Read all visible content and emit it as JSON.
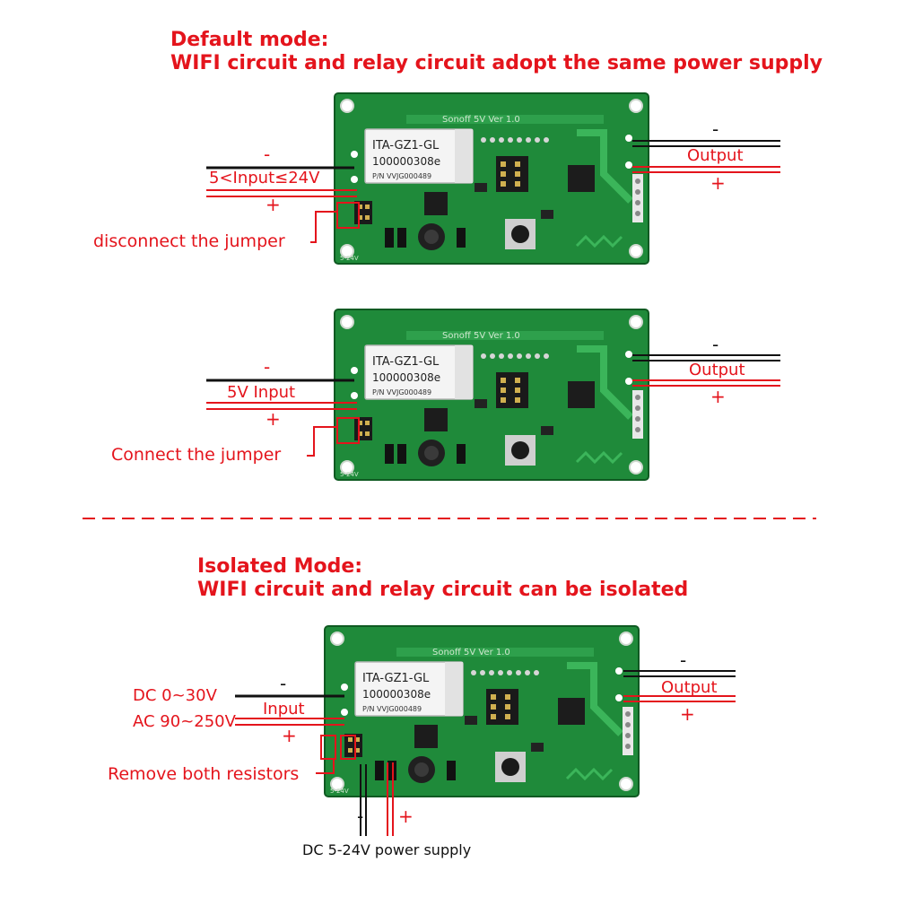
{
  "colors": {
    "accent_red": "#e4141c",
    "pcb_green": "#1f8a3a",
    "pcb_dark": "#0f5a22",
    "wire_black": "#111111"
  },
  "section_default": {
    "title_line1": "Default mode:",
    "title_line2": "WIFI circuit and relay circuit adopt the same power supply"
  },
  "section_isolated": {
    "title_line1": "Isolated Mode:",
    "title_line2": "WIFI circuit and relay circuit can be isolated"
  },
  "board": {
    "silk_title": "Sonoff 5V Ver 1.0",
    "module_line1": "ITA-GZ1-GL",
    "module_line2": "100000308e",
    "module_line3": "P/N VVJG000489",
    "silk_bottom": "5-24V"
  },
  "board1": {
    "input_label": "5<Input≤24V",
    "minus": "-",
    "plus": "+",
    "output_label": "Output",
    "output_minus": "-",
    "output_plus": "+",
    "jumper_label": "disconnect the jumper"
  },
  "board2": {
    "input_label": "5V Input",
    "minus": "-",
    "plus": "+",
    "output_label": "Output",
    "output_minus": "-",
    "output_plus": "+",
    "jumper_label": "Connect the jumper"
  },
  "board3": {
    "dc_label": "DC 0~30V",
    "ac_label": "AC 90~250V",
    "input_label": "Input",
    "minus": "-",
    "plus": "+",
    "output_label": "Output",
    "output_minus": "-",
    "output_plus": "+",
    "resistor_label": "Remove both resistors",
    "supply_minus": "-",
    "supply_plus": "+",
    "supply_label": "DC 5-24V power supply"
  }
}
